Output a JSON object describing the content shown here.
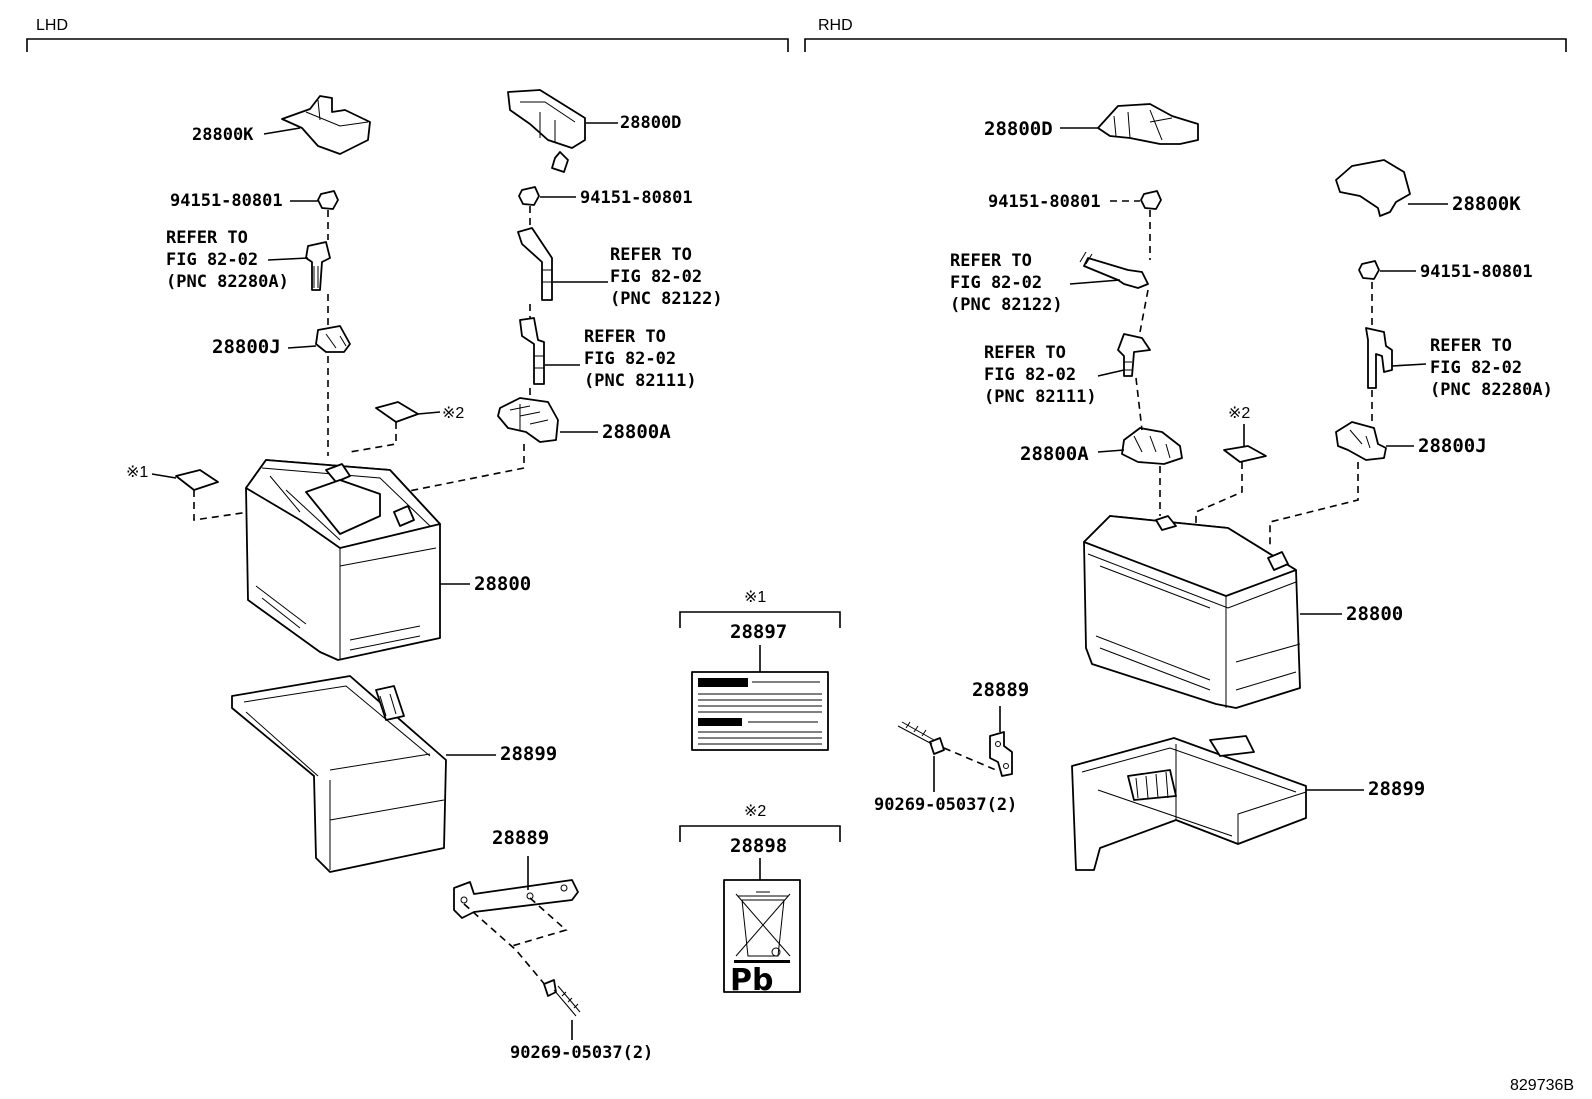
{
  "sections": {
    "lhd": "LHD",
    "rhd": "RHD"
  },
  "figure_id": "829736B",
  "refer": {
    "line1": "REFER TO",
    "line2": "FIG 82-02"
  },
  "lhd": {
    "cover_k": "28800K",
    "cover_d": "28800D",
    "nut_left": "94151-80801",
    "nut_right": "94151-80801",
    "ref_82280a": "(PNC 82280A)",
    "ref_82122": "(PNC 82122)",
    "ref_82111": "(PNC 82111)",
    "clamp_j": "28800J",
    "clamp_a": "28800A",
    "mark2": "※2",
    "mark1": "※1",
    "battery": "28800",
    "tray": "28899",
    "bracket": "28889",
    "bolt": "90269-05037(2)"
  },
  "labels_center": {
    "mark1": "※1",
    "label1": "28897",
    "mark2": "※2",
    "label2": "28898",
    "pb_text": "Pb"
  },
  "rhd": {
    "cover_d": "28800D",
    "cover_k": "28800K",
    "nut_left": "94151-80801",
    "nut_right": "94151-80801",
    "ref_82122": "(PNC 82122)",
    "ref_82111": "(PNC 82111)",
    "ref_82280a": "(PNC 82280A)",
    "clamp_a": "28800A",
    "clamp_j": "28800J",
    "mark2": "※2",
    "battery": "28800",
    "tray": "28899",
    "bracket": "28889",
    "bolt": "90269-05037(2)"
  }
}
